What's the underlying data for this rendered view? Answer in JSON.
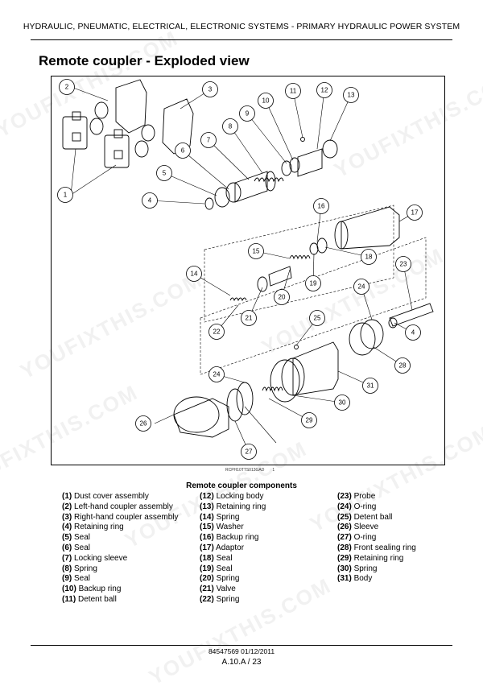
{
  "header": {
    "running_title": "HYDRAULIC, PNEUMATIC, ELECTRICAL, ELECTRONIC SYSTEMS - PRIMARY HYDRAULIC POWER SYSTEM"
  },
  "page_title": "Remote coupler - Exploded view",
  "figure": {
    "code": "RCPH10TTS013GAD",
    "code_index": "1"
  },
  "legend": {
    "title": "Remote coupler components",
    "items": [
      {
        "num": "(1)",
        "name": "Dust cover assembly"
      },
      {
        "num": "(2)",
        "name": "Left-hand coupler assembly"
      },
      {
        "num": "(3)",
        "name": "Right-hand coupler assembly"
      },
      {
        "num": "(4)",
        "name": "Retaining ring"
      },
      {
        "num": "(5)",
        "name": "Seal"
      },
      {
        "num": "(6)",
        "name": "Seal"
      },
      {
        "num": "(7)",
        "name": "Locking sleeve"
      },
      {
        "num": "(8)",
        "name": "Spring"
      },
      {
        "num": "(9)",
        "name": "Seal"
      },
      {
        "num": "(10)",
        "name": "Backup ring"
      },
      {
        "num": "(11)",
        "name": "Detent ball"
      },
      {
        "num": "(12)",
        "name": "Locking body"
      },
      {
        "num": "(13)",
        "name": "Retaining ring"
      },
      {
        "num": "(14)",
        "name": "Spring"
      },
      {
        "num": "(15)",
        "name": "Washer"
      },
      {
        "num": "(16)",
        "name": "Backup ring"
      },
      {
        "num": "(17)",
        "name": "Adaptor"
      },
      {
        "num": "(18)",
        "name": "Seal"
      },
      {
        "num": "(19)",
        "name": "Seal"
      },
      {
        "num": "(20)",
        "name": "Spring"
      },
      {
        "num": "(21)",
        "name": "Valve"
      },
      {
        "num": "(22)",
        "name": "Spring"
      },
      {
        "num": "(23)",
        "name": "Probe"
      },
      {
        "num": "(24)",
        "name": "O-ring"
      },
      {
        "num": "(25)",
        "name": "Detent ball"
      },
      {
        "num": "(26)",
        "name": "Sleeve"
      },
      {
        "num": "(27)",
        "name": "O-ring"
      },
      {
        "num": "(28)",
        "name": "Front sealing ring"
      },
      {
        "num": "(29)",
        "name": "Retaining ring"
      },
      {
        "num": "(30)",
        "name": "Spring"
      },
      {
        "num": "(31)",
        "name": "Body"
      }
    ]
  },
  "callouts": [
    "1",
    "2",
    "3",
    "4",
    "5",
    "6",
    "7",
    "8",
    "9",
    "10",
    "11",
    "12",
    "13",
    "14",
    "15",
    "16",
    "17",
    "18",
    "19",
    "20",
    "21",
    "22",
    "23",
    "24",
    "25",
    "26",
    "27",
    "28",
    "29",
    "30",
    "31",
    "4",
    "24"
  ],
  "footer": {
    "doc_id": "84547569 01/12/2011",
    "page_ref": "A.10.A / 23"
  },
  "watermark": {
    "text": "YOUFIXTHIS.COM",
    "color": "#aaaaaa"
  }
}
